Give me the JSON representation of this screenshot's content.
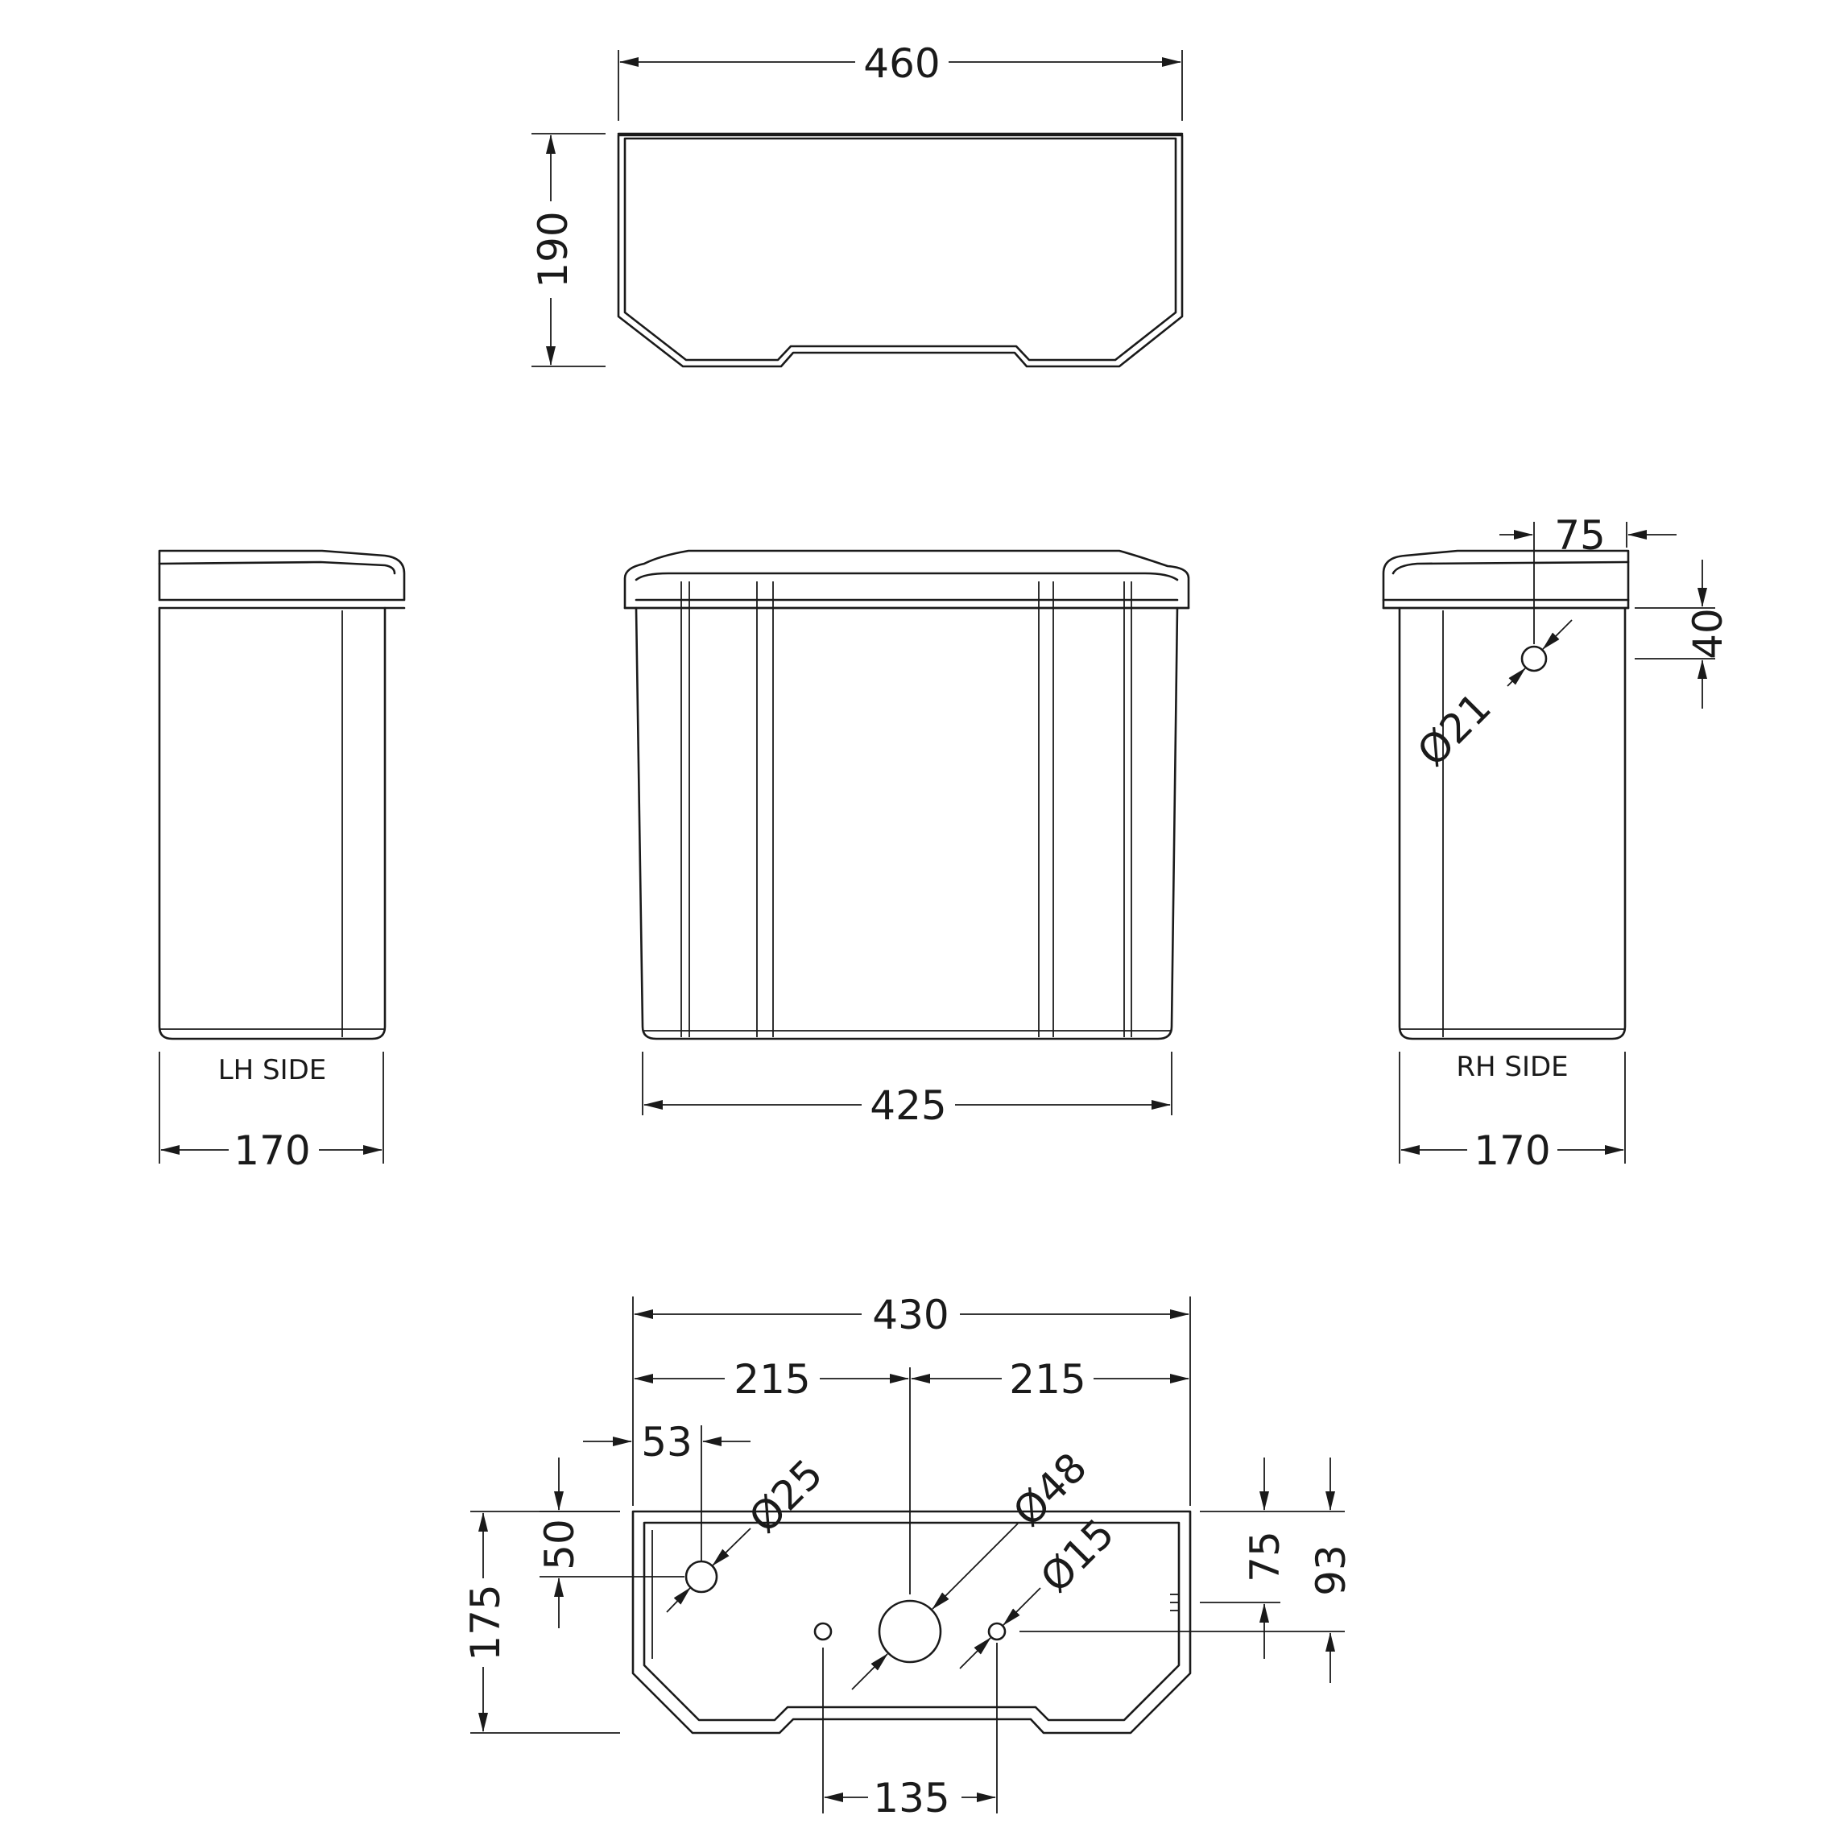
{
  "drawing": {
    "top_view": {
      "width": "460",
      "height": "190"
    },
    "lh_side": {
      "label": "LH SIDE",
      "width": "170"
    },
    "front_view": {
      "width": "425"
    },
    "rh_side": {
      "label": "RH SIDE",
      "width": "170",
      "offset_top": "75",
      "offset_side": "40",
      "hole_diameter": "Ø21"
    },
    "bottom_view": {
      "overall_width": "430",
      "half_left": "215",
      "half_right": "215",
      "depth": "175",
      "hole_a_offset_x": "53",
      "hole_a_offset_y": "50",
      "hole_a_diameter": "Ø25",
      "outlet_diameter": "Ø48",
      "small_hole_diameter": "Ø15",
      "hole_spacing": "135",
      "rear_offset_1": "75",
      "rear_offset_2": "93"
    }
  }
}
